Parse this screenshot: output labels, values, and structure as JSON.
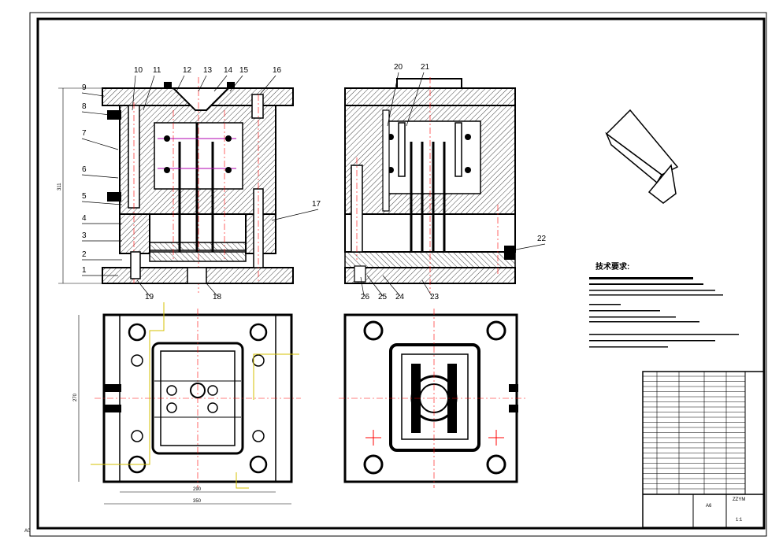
{
  "drawing": {
    "sheet_format": "A0",
    "tech_heading": "技术要求:",
    "dimensions": {
      "height": "311",
      "inner_width": "290",
      "outer_width": "350",
      "side": "270"
    },
    "title_block": {
      "name_cell": "A6",
      "material": "ZZYM",
      "scale": "1:1"
    }
  },
  "part_numbers": [
    "1",
    "2",
    "3",
    "4",
    "5",
    "6",
    "7",
    "8",
    "9",
    "10",
    "11",
    "12",
    "13",
    "14",
    "15",
    "16",
    "17",
    "18",
    "19",
    "20",
    "21",
    "22",
    "23",
    "24",
    "25",
    "26"
  ],
  "colors": {
    "line": "#000000",
    "hatch": "#555555",
    "center": "#ff0000",
    "cooling": "#b000b0",
    "dimension_yellow": "#d4c200"
  }
}
